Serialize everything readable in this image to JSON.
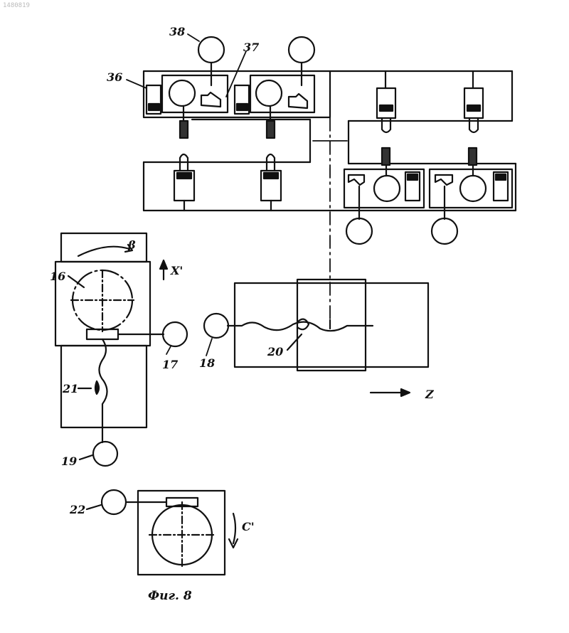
{
  "watermark": "1480819",
  "colors": {
    "ink": "#111111",
    "paper": "#ffffff",
    "hatch": "#333333"
  },
  "labels": {
    "l38": "38",
    "l37": "37",
    "l36": "36",
    "l16": "16",
    "beta": "β",
    "xprime": "X'",
    "l17": "17",
    "l18": "18",
    "l20": "20",
    "l21": "21",
    "l19": "19",
    "z": "Z",
    "l22": "22",
    "cprime": "C'"
  },
  "caption": "Фиг. 8"
}
